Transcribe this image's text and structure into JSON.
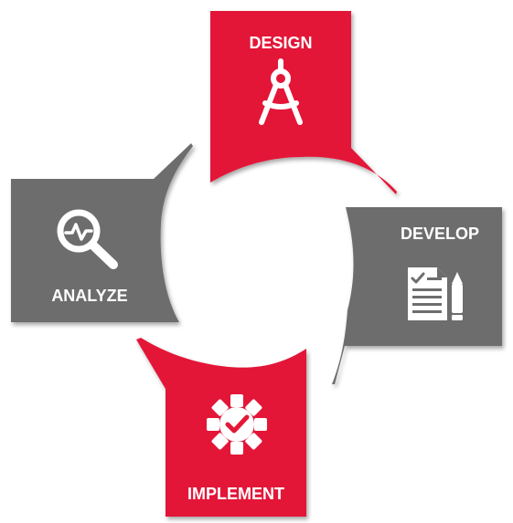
{
  "colors": {
    "red": "#E31837",
    "gray": "#6D6D6D",
    "text": "#FFFFFF"
  },
  "stages": [
    {
      "label": "DESIGN",
      "icon": "compass-icon",
      "color": "red"
    },
    {
      "label": "DEVELOP",
      "icon": "document-pencil-icon",
      "color": "gray"
    },
    {
      "label": "IMPLEMENT",
      "icon": "gear-check-icon",
      "color": "red"
    },
    {
      "label": "ANALYZE",
      "icon": "magnifier-pulse-icon",
      "color": "gray"
    }
  ]
}
